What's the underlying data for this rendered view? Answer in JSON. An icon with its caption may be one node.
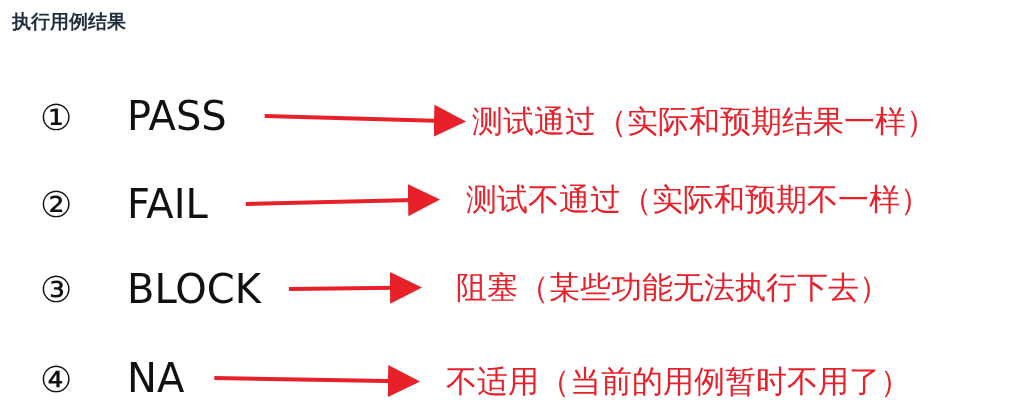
{
  "diagram": {
    "title": "执行用例结果",
    "nodes": [
      {
        "text": [
          "PASS"
        ]
      },
      {
        "text": [
          "测试通过（实际和预期结果一样）"
        ]
      },
      {
        "text": [
          "FAIL"
        ]
      },
      {
        "text": [
          "测试不通过（实际和预期不一样）"
        ]
      },
      {
        "text": [
          "BLOCK"
        ]
      },
      {
        "text": [
          "阻塞（某些功能无法执行下去）"
        ]
      },
      {
        "text": [
          "NA"
        ]
      },
      {
        "text": [
          "不适用（当前的用例暂时不用了）"
        ]
      }
    ],
    "edges": [
      {
        "from": 0,
        "to": 1,
        "arrow": "to"
      },
      {
        "from": 2,
        "to": 3,
        "arrow": "to"
      },
      {
        "from": 4,
        "to": 5,
        "arrow": "to"
      },
      {
        "from": 6,
        "to": 7,
        "arrow": "to"
      }
    ],
    "labels": [
      "①",
      "②",
      "③",
      "④"
    ]
  }
}
